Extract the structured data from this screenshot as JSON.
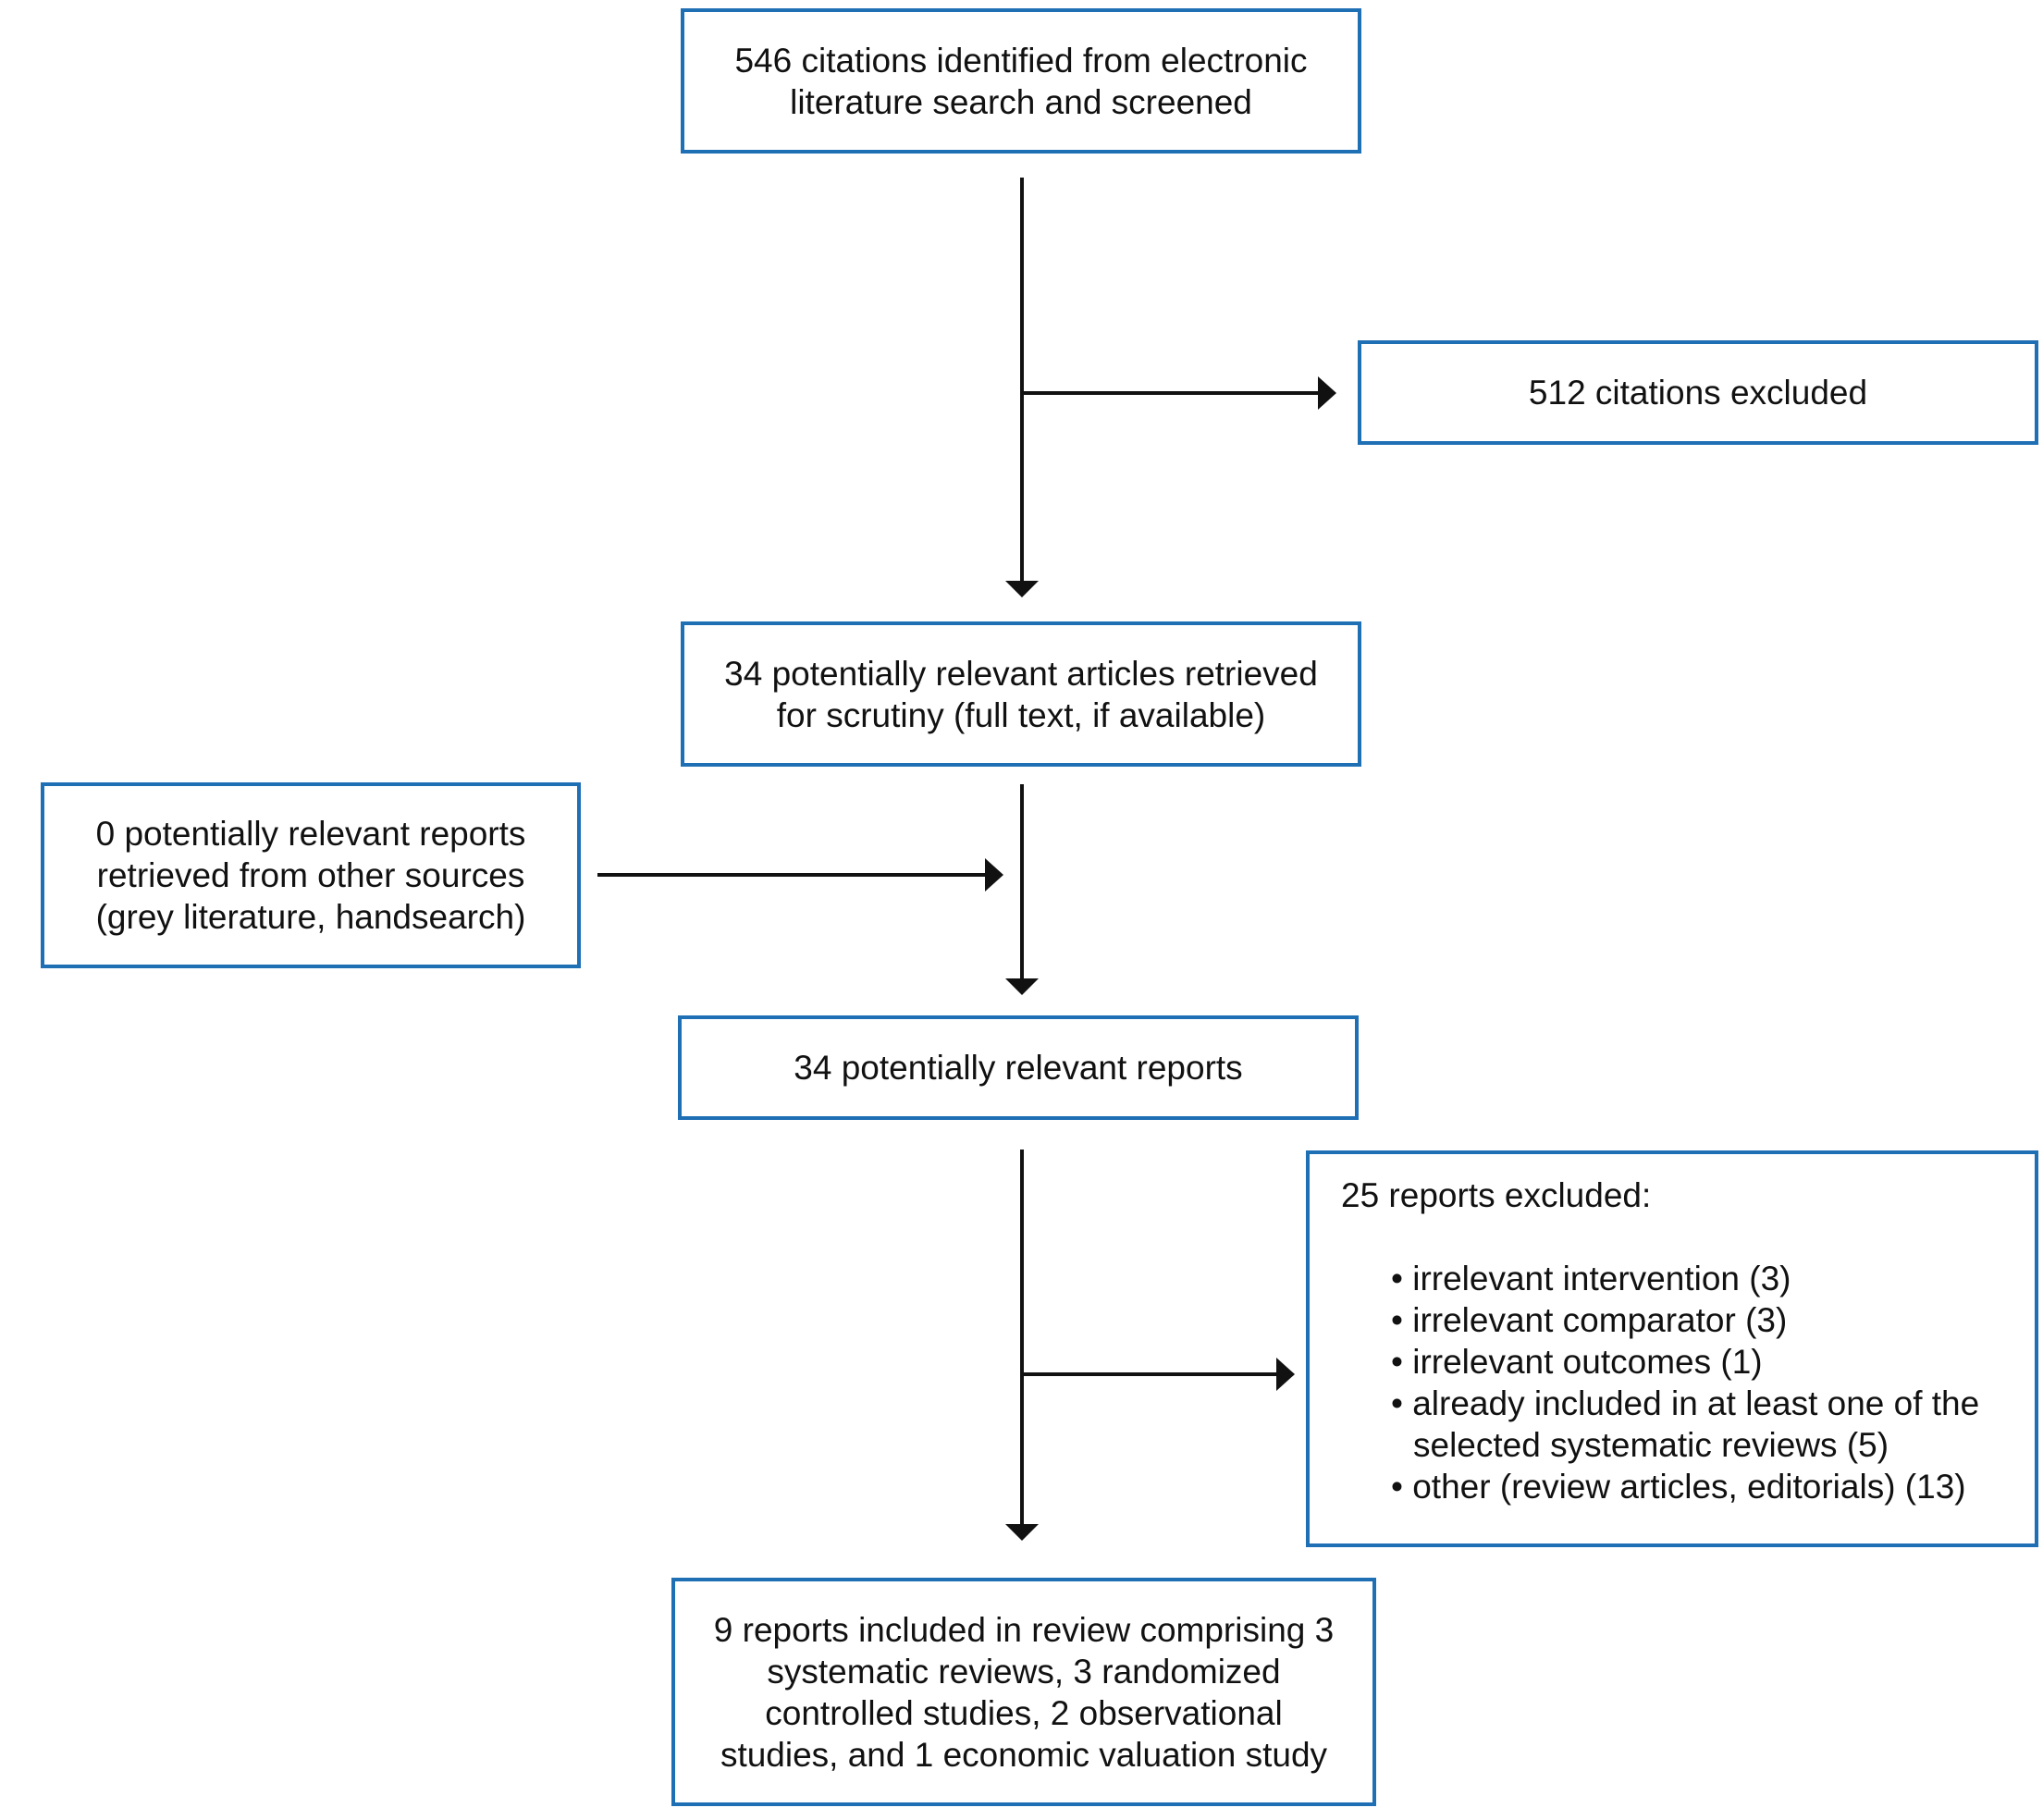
{
  "flow": {
    "identified": {
      "lines": [
        "546 citations identified from electronic",
        "literature search and screened"
      ]
    },
    "excluded_citations": {
      "lines": [
        "512 citations excluded"
      ]
    },
    "retrieved": {
      "lines": [
        "34 potentially relevant articles retrieved",
        "for scrutiny (full text, if available)"
      ]
    },
    "other_sources": {
      "lines": [
        "0 potentially relevant reports",
        "retrieved from other sources",
        "(grey literature, handsearch)"
      ]
    },
    "potentially_relevant": {
      "lines": [
        "34 potentially relevant reports"
      ]
    },
    "excluded_reports": {
      "heading": "25 reports excluded:",
      "items": [
        "• irrelevant intervention (3)",
        "• irrelevant comparator (3)",
        "• irrelevant outcomes (1)",
        "• already included in at least one of the",
        "selected systematic reviews (5)",
        "• other (review articles, editorials) (13)"
      ]
    },
    "included": {
      "lines": [
        "9 reports included in review comprising 3",
        "systematic reviews, 3 randomized",
        "controlled studies, 2 observational",
        "studies, and 1 economic valuation study"
      ]
    }
  },
  "colors": {
    "box_border": "#1f6fb5",
    "arrow": "#111111"
  }
}
